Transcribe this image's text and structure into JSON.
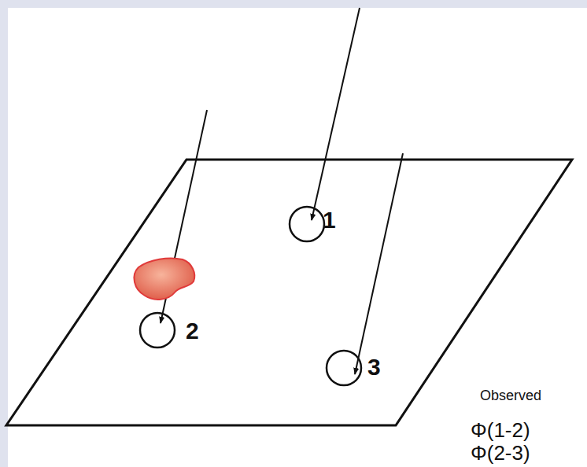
{
  "diagram": {
    "nodes": [
      {
        "text": [
          "1"
        ]
      },
      {
        "text": [
          "2"
        ]
      },
      {
        "text": [
          "3"
        ]
      }
    ],
    "labels": [
      "Observed",
      "Φ(1-2)",
      "Φ(2-3)"
    ]
  }
}
